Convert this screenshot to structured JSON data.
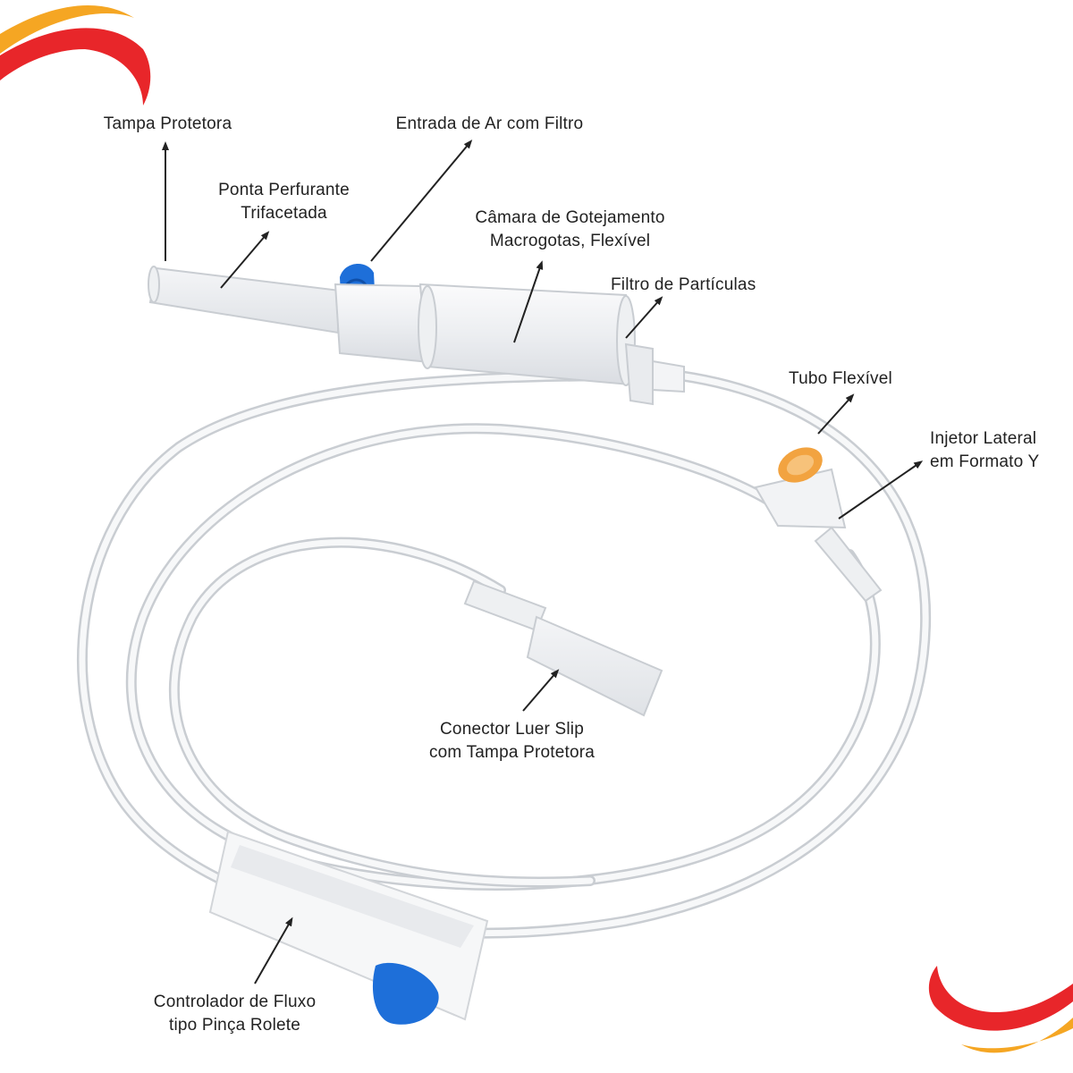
{
  "colors": {
    "accent_red": "#e8262a",
    "accent_orange": "#f5a623",
    "clamp_blue": "#1e6fd9",
    "injector_orange": "#f2a340",
    "tube": "#c9cdd2",
    "text": "#222222"
  },
  "labels": {
    "protective_cap": [
      "Tampa Protetora"
    ],
    "air_inlet": [
      "Entrada de Ar com Filtro"
    ],
    "spike": [
      "Ponta Perfurante",
      "Trifacetada"
    ],
    "drip_chamber": [
      "Câmara de Gotejamento",
      "Macrogotas, Flexível"
    ],
    "particle_filter": [
      "Filtro de Partículas"
    ],
    "flexible_tube": [
      "Tubo Flexível"
    ],
    "y_injector": [
      "Injetor Lateral",
      "em Formato Y"
    ],
    "luer_connector": [
      "Conector Luer Slip",
      "com Tampa Protetora"
    ],
    "flow_controller": [
      "Controlador de Fluxo",
      "tipo Pinça Rolete"
    ]
  }
}
